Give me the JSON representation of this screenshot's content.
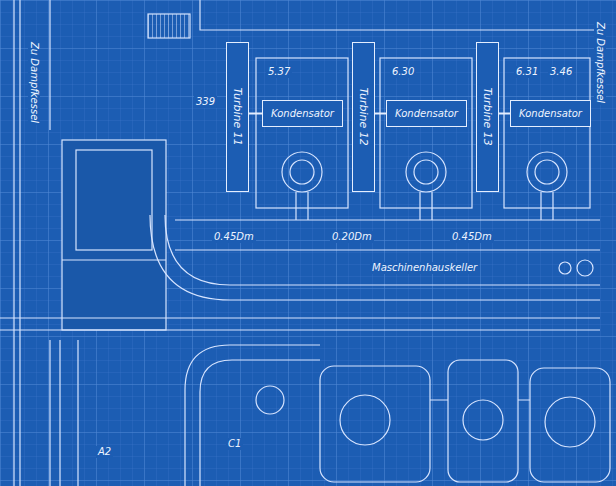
{
  "diagram": {
    "nodes": [
      {
        "text": [
          "Turbine 11"
        ]
      },
      {
        "text": [
          "Kondensator"
        ]
      },
      {
        "text": [
          "Turbine 12"
        ]
      },
      {
        "text": [
          "Kondensator"
        ]
      },
      {
        "text": [
          "Turbine 13"
        ]
      },
      {
        "text": [
          "Kondensator"
        ]
      }
    ],
    "edges": [
      {
        "from": 0,
        "to": 1,
        "arrow": "none"
      },
      {
        "from": 2,
        "to": 3,
        "arrow": "none"
      },
      {
        "from": 4,
        "to": 5,
        "arrow": "none"
      }
    ],
    "labels": [
      "Zu Dampfkessel",
      "Zu Dampfkessel",
      "339",
      "5.37",
      "6.30",
      "3.46",
      "6.31",
      "0.45Dm",
      "0.20Dm",
      "0.45Dm",
      "Maschinenhauskeller",
      "A2",
      "C1"
    ]
  }
}
